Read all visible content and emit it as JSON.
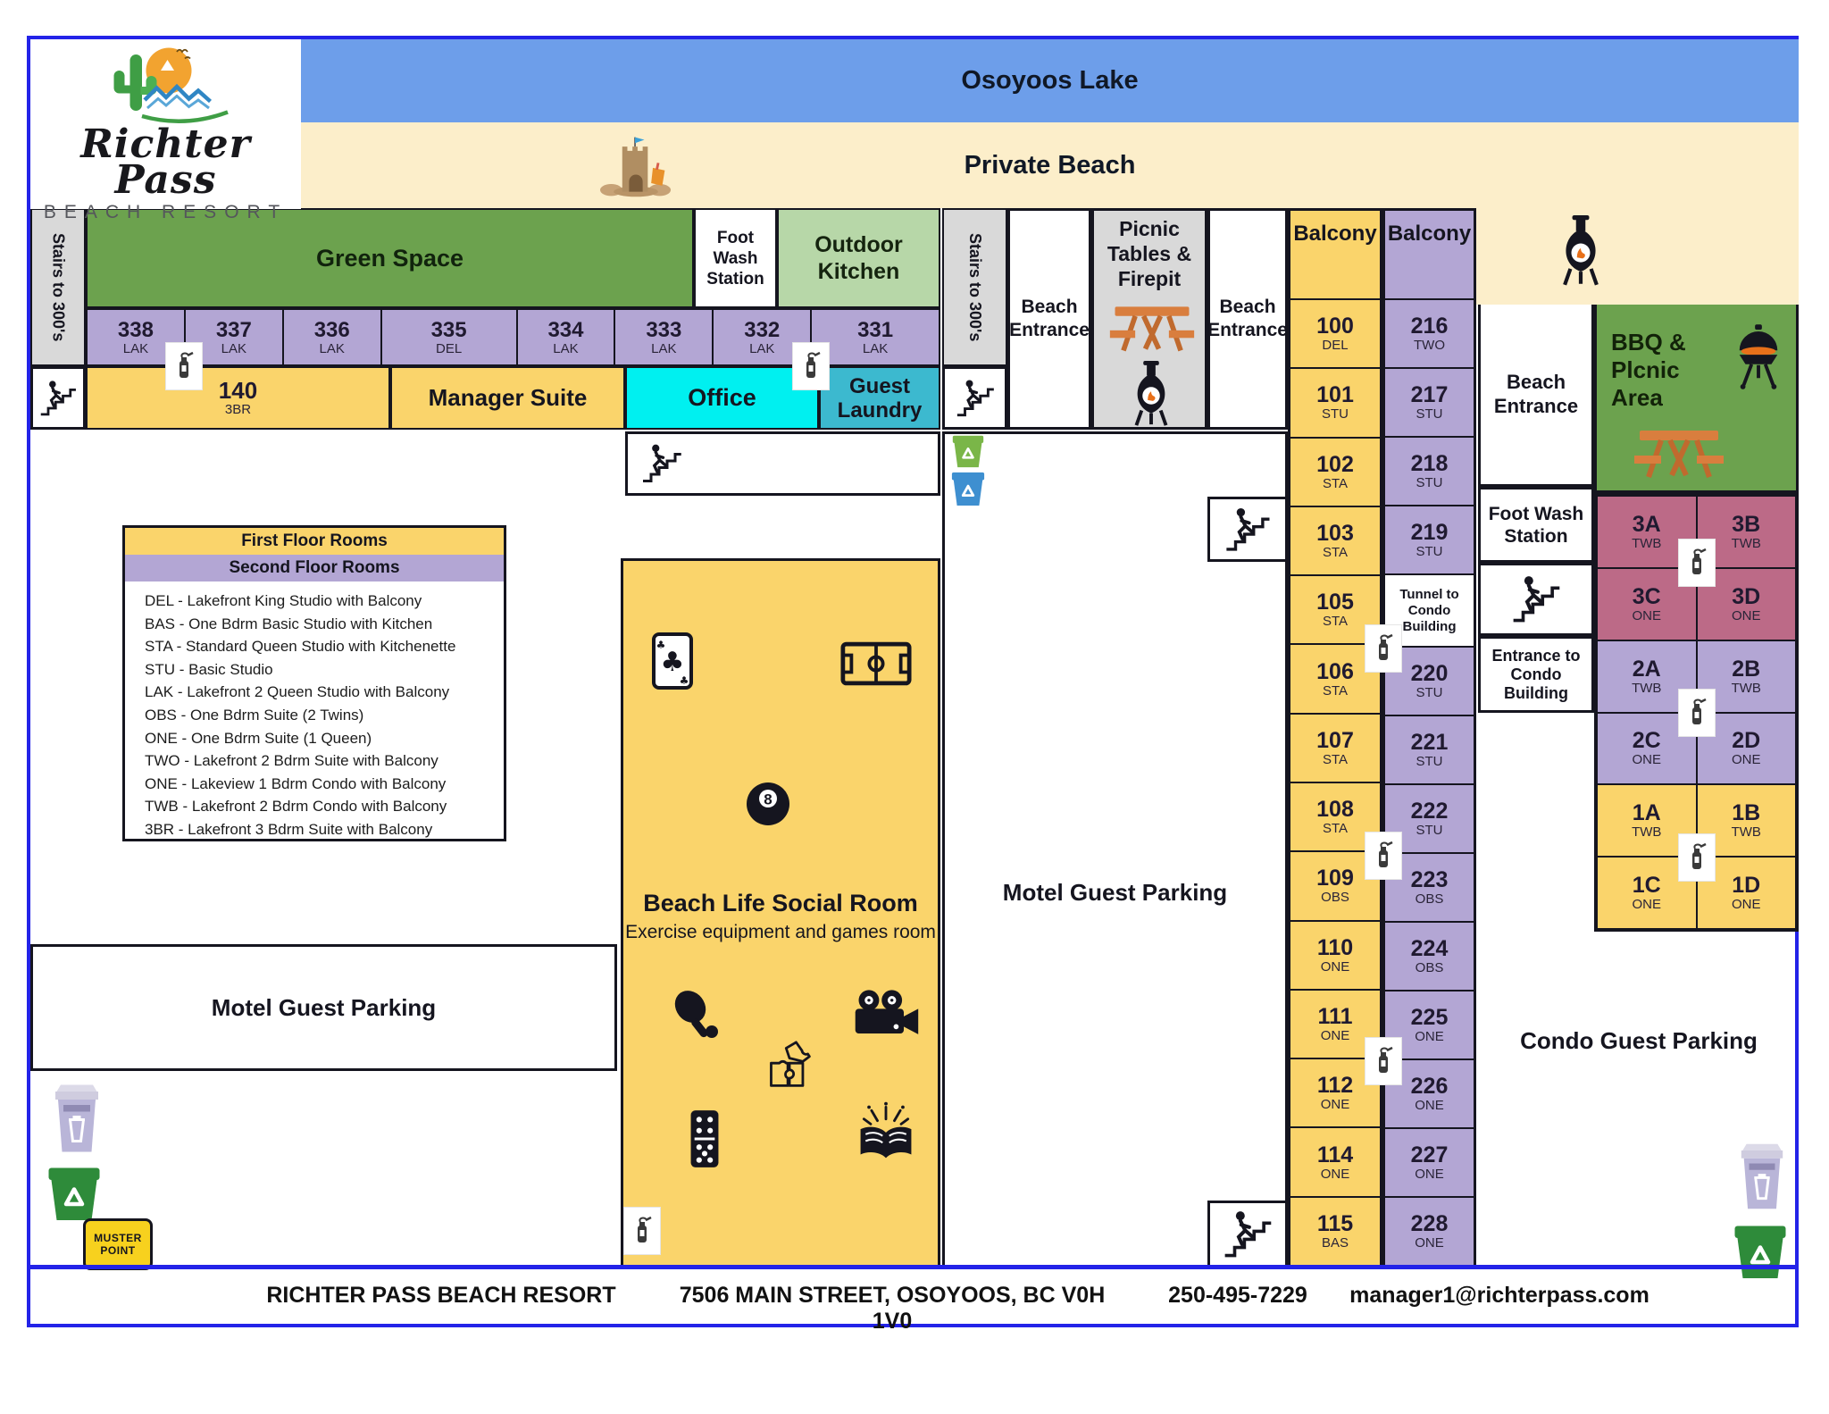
{
  "resort": {
    "name_script": "Richter Pass",
    "name_sub": "BEACH RESORT"
  },
  "bands": {
    "lake": "Osoyoos Lake",
    "beach": "Private Beach"
  },
  "areas": {
    "stairs_300_left": "Stairs to 300's",
    "stairs_300_right": "Stairs to 300's",
    "green_space": "Green Space",
    "foot_wash_left": "Foot Wash Station",
    "outdoor_kitchen": "Outdoor Kitchen",
    "manager_suite": "Manager Suite",
    "office": "Office",
    "guest_laundry": "Guest Laundry",
    "beach_entrance_1": "Beach Entrance",
    "picnic_firepit": "Picnic Tables & Firepit",
    "beach_entrance_2": "Beach Entrance",
    "balcony_left": "Balcony",
    "balcony_right": "Balcony",
    "beach_entrance_right": "Beach Entrance",
    "foot_wash_right": "Foot Wash Station",
    "entrance_condo": "Entrance to Condo Building",
    "bbq_line1": "BBQ &",
    "bbq_line2": "Plcnic",
    "bbq_line3": "Area",
    "motel_parking_left": "Motel Guest Parking",
    "motel_parking_center": "Motel Guest Parking",
    "condo_parking": "Condo Guest Parking",
    "muster_line1": "MUSTER",
    "muster_line2": "POINT"
  },
  "room140": {
    "num": "140",
    "code": "3BR"
  },
  "room_strip": [
    {
      "num": "338",
      "code": "LAK"
    },
    {
      "num": "337",
      "code": "LAK"
    },
    {
      "num": "336",
      "code": "LAK"
    },
    {
      "num": "335",
      "code": "DEL"
    },
    {
      "num": "334",
      "code": "LAK"
    },
    {
      "num": "333",
      "code": "LAK"
    },
    {
      "num": "332",
      "code": "LAK"
    },
    {
      "num": "331",
      "code": "LAK"
    }
  ],
  "motel": {
    "left": [
      {
        "num": "100",
        "code": "DEL"
      },
      {
        "num": "101",
        "code": "STU"
      },
      {
        "num": "102",
        "code": "STA"
      },
      {
        "num": "103",
        "code": "STA"
      },
      {
        "num": "105",
        "code": "STA"
      },
      {
        "num": "106",
        "code": "STA"
      },
      {
        "num": "107",
        "code": "STA"
      },
      {
        "num": "108",
        "code": "STA"
      },
      {
        "num": "109",
        "code": "OBS"
      },
      {
        "num": "110",
        "code": "ONE"
      },
      {
        "num": "111",
        "code": "ONE"
      },
      {
        "num": "112",
        "code": "ONE"
      },
      {
        "num": "114",
        "code": "ONE"
      },
      {
        "num": "115",
        "code": "BAS"
      }
    ],
    "right": [
      {
        "num": "216",
        "code": "TWO"
      },
      {
        "num": "217",
        "code": "STU"
      },
      {
        "num": "218",
        "code": "STU"
      },
      {
        "num": "219",
        "code": "STU"
      },
      {
        "tunnel": true,
        "label": "Tunnel to Condo Building"
      },
      {
        "num": "220",
        "code": "STU"
      },
      {
        "num": "221",
        "code": "STU"
      },
      {
        "num": "222",
        "code": "STU"
      },
      {
        "num": "223",
        "code": "OBS"
      },
      {
        "num": "224",
        "code": "OBS"
      },
      {
        "num": "225",
        "code": "ONE"
      },
      {
        "num": "226",
        "code": "ONE"
      },
      {
        "num": "227",
        "code": "ONE"
      },
      {
        "num": "228",
        "code": "ONE"
      }
    ]
  },
  "condo_rows": [
    {
      "floor": 3,
      "left": {
        "num": "3A",
        "code": "TWB"
      },
      "right": {
        "num": "3B",
        "code": "TWB"
      }
    },
    {
      "floor": 3,
      "left": {
        "num": "3C",
        "code": "ONE"
      },
      "right": {
        "num": "3D",
        "code": "ONE"
      }
    },
    {
      "floor": 2,
      "left": {
        "num": "2A",
        "code": "TWB"
      },
      "right": {
        "num": "2B",
        "code": "TWB"
      }
    },
    {
      "floor": 2,
      "left": {
        "num": "2C",
        "code": "ONE"
      },
      "right": {
        "num": "2D",
        "code": "ONE"
      }
    },
    {
      "floor": 1,
      "left": {
        "num": "1A",
        "code": "TWB"
      },
      "right": {
        "num": "1B",
        "code": "TWB"
      }
    },
    {
      "floor": 1,
      "left": {
        "num": "1C",
        "code": "ONE"
      },
      "right": {
        "num": "1D",
        "code": "ONE"
      }
    }
  ],
  "legend": {
    "header1": "First Floor Rooms",
    "header2": "Second Floor Rooms",
    "items": [
      "DEL - Lakefront King Studio with Balcony",
      "BAS - One Bdrm Basic Studio with Kitchen",
      "STA - Standard Queen Studio with Kitchenette",
      "STU - Basic Studio",
      "LAK - Lakefront 2 Queen Studio with Balcony",
      "OBS - One Bdrm Suite (2 Twins)",
      "ONE - One Bdrm Suite (1 Queen)",
      "TWO - Lakefront 2 Bdrm Suite with Balcony",
      "ONE - Lakeview 1 Bdrm Condo with Balcony",
      "TWB - Lakefront 2 Bdrm Condo with Balcony",
      "3BR - Lakefront 3 Bdrm Suite with Balcony"
    ]
  },
  "social_room": {
    "title": "Beach Life Social Room",
    "subtitle": "Exercise equipment and games room"
  },
  "footer": {
    "name": "RICHTER PASS BEACH RESORT",
    "address": "7506 MAIN STREET, OSOYOOS, BC V0H 1V0",
    "phone": "250-495-7229",
    "email": "manager1@richterpass.com"
  },
  "colors": {
    "blue_border": "#2323e8",
    "lake": "#6d9eea",
    "sand": "#fceeca",
    "green": "#6ca24e",
    "light_green": "#b7d7a8",
    "yellow": "#fad46b",
    "purple": "#b3a6d4",
    "pink": "#bc6a87",
    "cyan": "#00f0f0",
    "teal": "#3cb9cf",
    "gray": "#d9d9d9"
  }
}
